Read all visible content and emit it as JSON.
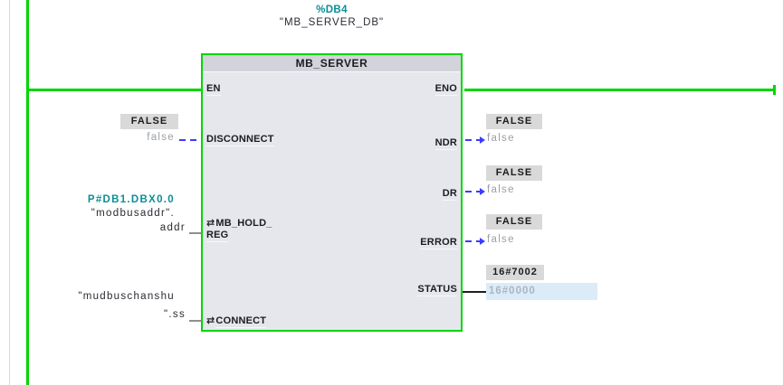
{
  "colors": {
    "rail_green": "#00d600",
    "teal": "#0b8e96",
    "wire_blue": "#3b3bff",
    "monitor_bg": "#d9d9d9",
    "modify_bg": "#dcebf8",
    "block_body": "#e6e7ed",
    "block_header": "#d3d4db"
  },
  "callout": {
    "db_address": "%DB4",
    "db_instance": "\"MB_SERVER_DB\""
  },
  "block": {
    "title": "MB_SERVER",
    "inout_icon": "⇄",
    "pins_left": {
      "en": "EN",
      "disconnect": "DISCONNECT",
      "mb_hold_line1": "MB_HOLD_",
      "mb_hold_line2": "REG",
      "connect": "CONNECT"
    },
    "pins_right": {
      "eno": "ENO",
      "ndr": "NDR",
      "dr": "DR",
      "error": "ERROR",
      "status": "STATUS"
    }
  },
  "operands": {
    "disconnect": {
      "monitor_value": "FALSE",
      "online_value": "false"
    },
    "mb_hold_reg": {
      "address": "P#DB1.DBX0.0",
      "tag_line1": "\"modbusaddr\".",
      "tag_line2": "addr"
    },
    "connect": {
      "tag_line1": "\"mudbuschanshu",
      "tag_line2": "\".ss"
    },
    "ndr": {
      "monitor_value": "FALSE",
      "online_value": "false"
    },
    "dr": {
      "monitor_value": "FALSE",
      "online_value": "false"
    },
    "error": {
      "monitor_value": "FALSE",
      "online_value": "false"
    },
    "status": {
      "monitor_value": "16#7002",
      "modify_value": "16#0000"
    }
  }
}
